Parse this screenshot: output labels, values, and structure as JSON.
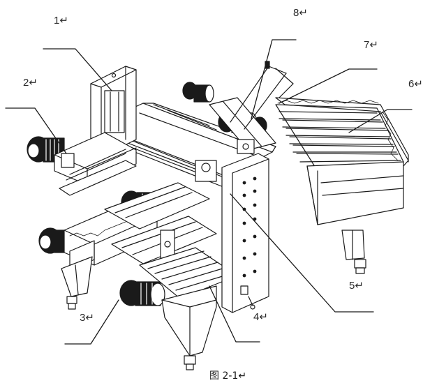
{
  "figure": {
    "caption": "图 2-1↵",
    "callouts": [
      {
        "id": "1",
        "text": "1↵"
      },
      {
        "id": "2",
        "text": "2↵"
      },
      {
        "id": "3",
        "text": "3↵"
      },
      {
        "id": "4",
        "text": "4↵"
      },
      {
        "id": "5",
        "text": "5↵"
      },
      {
        "id": "6",
        "text": "6↵"
      },
      {
        "id": "7",
        "text": "7↵"
      },
      {
        "id": "8",
        "text": "8↵"
      }
    ],
    "colors": {
      "line": "#1a1a1a",
      "text": "#2a2a2a",
      "background": "#ffffff"
    }
  }
}
